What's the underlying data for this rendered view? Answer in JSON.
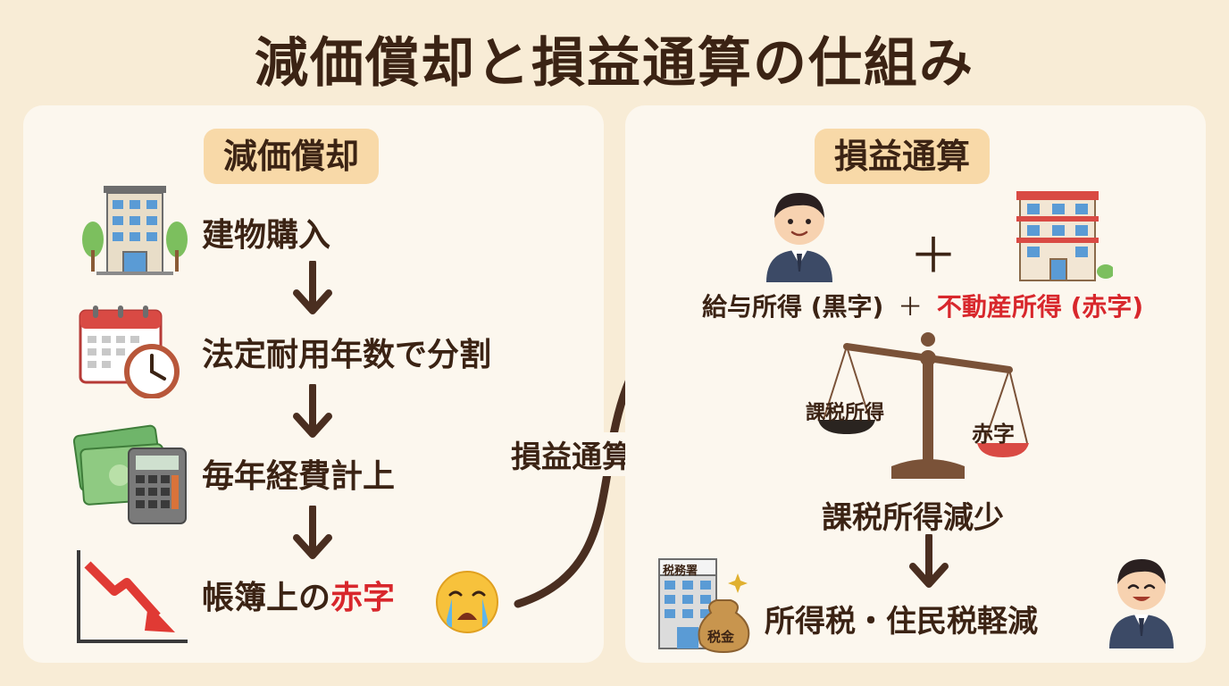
{
  "title": "減価償却と損益通算の仕組み",
  "left_panel": {
    "heading": "減価償却",
    "steps": [
      "建物購入",
      "法定耐用年数で分割",
      "毎年経費計上"
    ],
    "last_step_prefix": "帳簿上の",
    "last_step_red": "赤字"
  },
  "connector_label": "損益通算へ",
  "right_panel": {
    "heading": "損益通算",
    "income_salary": "給与所得 (黒字)",
    "plus": "＋",
    "income_realestate": "不動産所得 (赤字)",
    "scale_left_label": "課税所得",
    "scale_right_label": "赤字",
    "result1": "課税所得減少",
    "result2": "所得税・住民税軽減",
    "tax_office_sign": "税務署",
    "money_bag_label": "税金"
  },
  "colors": {
    "background": "#f8ecd6",
    "panel": "#fcf7ee",
    "pill": "#f8d9a8",
    "text": "#3b2314",
    "red": "#d8272c",
    "arrow": "#4a2e20"
  }
}
